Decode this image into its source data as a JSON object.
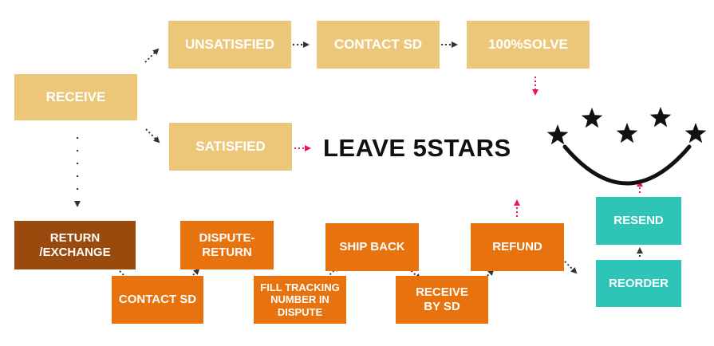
{
  "colors": {
    "beige": "#EDC779",
    "orange": "#E8720E",
    "dark_brown": "#9A4A0C",
    "teal": "#2EC4B6",
    "pink_arrow": "#E8175D",
    "dark_arrow": "#333333",
    "stars": "#111111"
  },
  "nodes": {
    "receive": "RECEIVE",
    "unsatisfied": "UNSATISFIED",
    "contact_sd_top": "CONTACT SD",
    "solve": "100%SOLVE",
    "satisfied": "SATISFIED",
    "leave_stars": "LEAVE 5STARS",
    "return_exchange_line1": "RETURN",
    "return_exchange_line2": "/EXCHANGE",
    "contact_sd_bottom": "CONTACT SD",
    "dispute_return_line1": "DISPUTE-",
    "dispute_return_line2": "RETURN",
    "fill_tracking_line1": "FILL TRACKING",
    "fill_tracking_line2": "NUMBER IN",
    "fill_tracking_line3": "DISPUTE",
    "ship_back": "SHIP BACK",
    "receive_by_sd_line1": "RECEIVE",
    "receive_by_sd_line2": "BY SD",
    "refund": "REFUND",
    "resend": "RESEND",
    "reorder": "REORDER"
  },
  "icons": {
    "stars": "star-icon",
    "smile": "smile-arc-icon"
  }
}
